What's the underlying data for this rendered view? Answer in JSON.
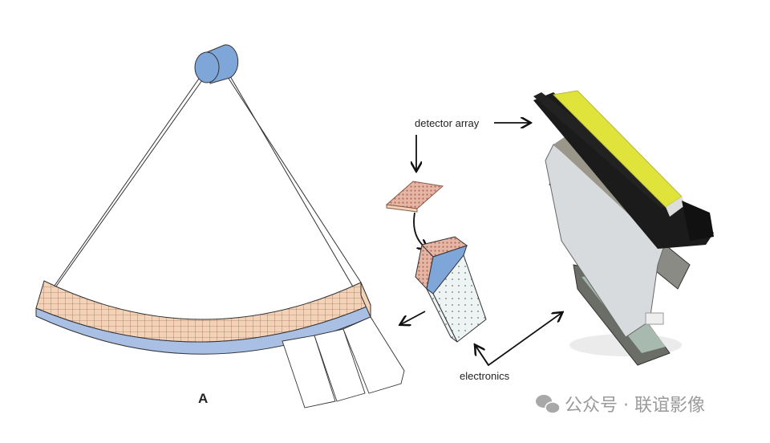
{
  "labels": {
    "panel_label": "A",
    "detector_array": "detector array",
    "electronics": "electronics"
  },
  "watermark": {
    "icon": "wechat-icon",
    "text": "公众号 · 联谊影像"
  },
  "colors": {
    "tube_blue": "#7ea6d8",
    "detector_beige": "#f3d3b8",
    "grid_brown": "#8a4a3a",
    "substrate_blue": "#a9bfe3",
    "scintillator_yellow": "#dfe33a"
  }
}
